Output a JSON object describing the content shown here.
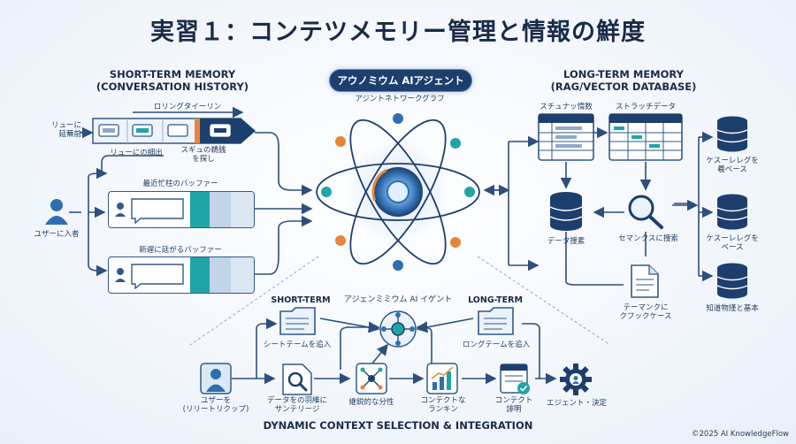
{
  "title": "実習１：コンテツメモリー管理と情報の鮮度",
  "short_term": {
    "heading_line1": "SHORT-TERM MEMORY",
    "heading_line2": "(CONVERSATION HISTORY)",
    "rolling_label": "ロリングタイーリン",
    "left_label_line1": "リューに",
    "left_label_line2": "延蕪前",
    "under_label_1": "リューにの細出",
    "under_label_2_line1": "スギュの鵜銭",
    "under_label_2_line2": "を探し",
    "recent_buffer": "最近忙柱のバッファー",
    "new_buffer": "新遅に廷がるバッファー",
    "user_input": "ユザーに入者"
  },
  "center": {
    "agent_label": "アウノミウム AIアジェント",
    "network_label": "アジントネトワークグラフ"
  },
  "long_term": {
    "heading_line1": "LONG-TERM MEMORY",
    "heading_line2": "(RAG/VECTOR DATABASE)",
    "structured_label": "スチュナッ惰数",
    "scratch_label": "ストラッチデータ",
    "data_search": "データ捜素",
    "semantic_search": "セマンクスに捜索",
    "doc_label_line1": "テーマンクに",
    "doc_label_line2": "クフックケース",
    "db1_line1": "ケスーレレグを",
    "db1_line2": "羲ベース",
    "db2_line1": "ケスーレレグを",
    "db2_line2": "ベース",
    "db3": "知道物謹と基本"
  },
  "pipeline": {
    "short_term": "SHORT-TERM",
    "long_term": "LONG-TERM",
    "agent": "アジェンミミウム AI イゲント",
    "short_insert": "シートテームを追入",
    "long_insert": "ロングテームを追入",
    "user_line1": "ユザーを",
    "user_line2": "(リリートリクップ)",
    "data_line1": "データをの羽維に",
    "data_line2": "サンテリージ",
    "analysis": "継鋭的な分性",
    "context_rank_line1": "コンテクトな",
    "context_rank_line2": "ランキン",
    "context_explain_line1": "コンテクト",
    "context_explain_line2": "誹明",
    "agent_decide": "エジェント・決定",
    "bottom_title": "DYNAMIC CONTEXT SELECTION & INTEGRATION"
  },
  "credit": "©2025 AI KnowledgeFlow",
  "colors": {
    "navy": "#1d3f6e",
    "blue": "#2f6fb0",
    "teal": "#1fa5a8",
    "orange": "#e8853a",
    "light_blue": "#dbe8f6",
    "line": "#2c4f7c"
  },
  "icons": [
    "user-icon",
    "chat-bubble-icon",
    "database-icon",
    "table-icon",
    "magnifier-icon",
    "document-icon",
    "folder-icon",
    "gear-icon",
    "chart-icon",
    "network-icon",
    "atom-icon"
  ]
}
